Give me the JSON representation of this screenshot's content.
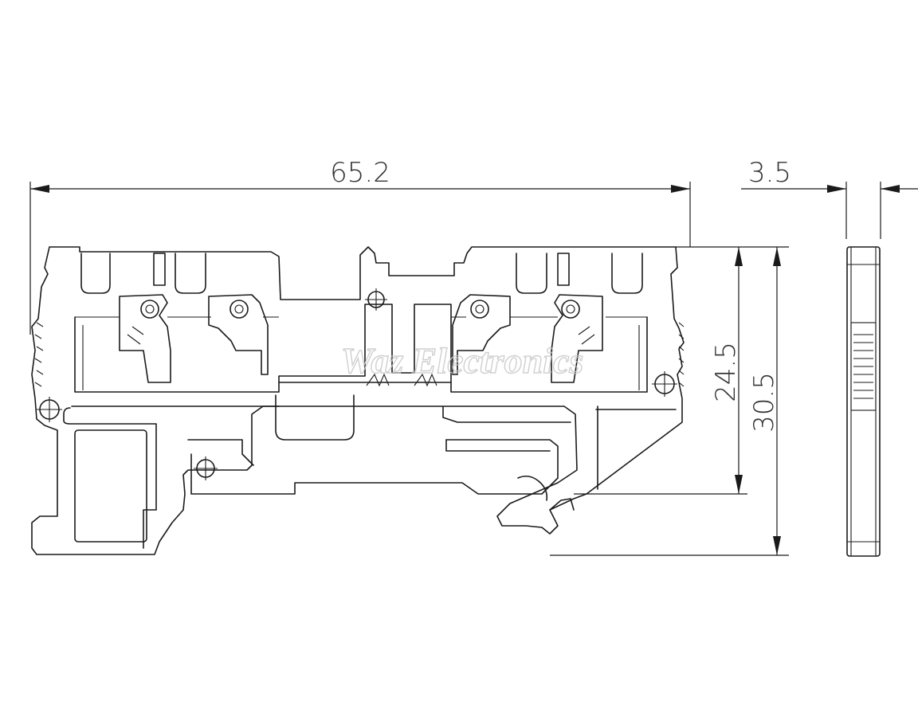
{
  "dimensions": {
    "overall_length": "65.2",
    "thickness": "3.5",
    "height_to_rail": "24.5",
    "total_height": "30.5"
  },
  "watermark": "Waz Electronics",
  "colors": {
    "line": "#1a1a1a",
    "text": "#333333",
    "watermark": "#c8c8c8",
    "background": "#ffffff"
  }
}
